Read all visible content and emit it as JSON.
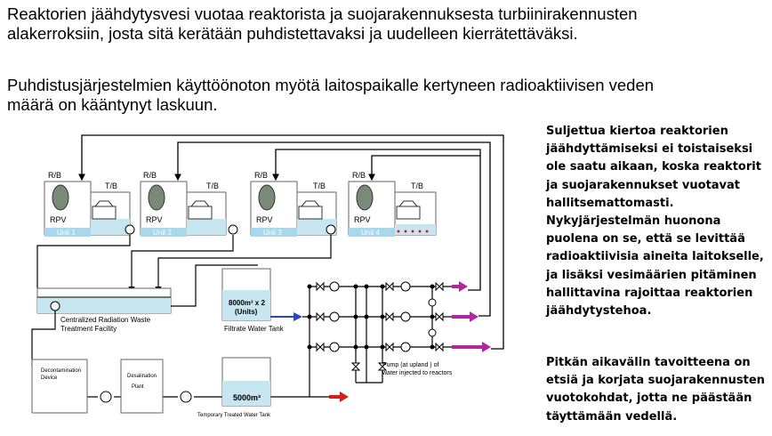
{
  "intro": {
    "p1": "Reaktorien jäähdytysvesi vuotaa reaktorista ja suojarakennuksesta turbiinirakennusten alakerroksiin, josta sitä kerätään puhdistettavaksi ja uudelleen kierrätettäväksi.",
    "p2": "Puhdistusjärjestelmien käyttöönoton myötä laitospaikalle kertyneen radioaktiivisen veden määrä on kääntynyt laskuun."
  },
  "side": {
    "p1": "Suljettua kiertoa reaktorien jäähdyttämiseksi ei toistaiseksi ole saatu aikaan, koska reaktorit ja suojarakennukset vuotavat hallitsemattomasti. Nykyjärjestelmän huonona puolena on se, että se levittää radioaktiivisia aineita laitokselle, ja lisäksi vesimäärien pitäminen hallittavina rajoittaa reaktorien jäähdytystehoa.",
    "p2": "Pitkän aikavälin tavoitteena on etsiä ja korjata suojarakennusten vuotokohdat, jotta ne päästään täyttämään vedellä."
  },
  "diagram": {
    "rb_label": "R/B",
    "tb_label": "T/B",
    "rpv_label": "RPV",
    "units": [
      "Unit 1",
      "Unit 2",
      "Unit 3",
      "Unit 4"
    ],
    "central_facility": "Centralized Radiation Waste Treatment Facility",
    "filtrate_volume": "8000m³ x 2",
    "filtrate_units": "(Units)",
    "filtrate_label": "Filtrate Water Tank",
    "decon_label": "Decontamination Device",
    "desal_label": "Desalination Plant",
    "treated_volume": "5000m³",
    "treated_label": "Temporary Treated Water Tank",
    "pump_label": "Pump (at upland ) of water injected to reactors",
    "colors": {
      "water": "#c8e6f0",
      "unit_band": "#a9d8ec",
      "arrow_magenta": "#b0289c",
      "arrow_blue": "#2846c8",
      "arrow_red": "#d42020"
    }
  }
}
